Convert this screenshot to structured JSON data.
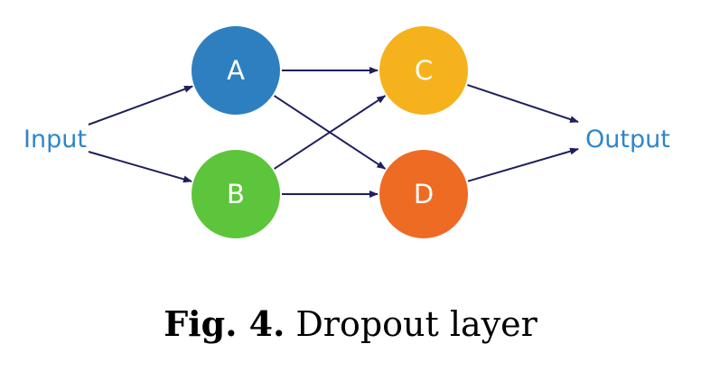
{
  "diagram": {
    "nodes": [
      {
        "id": "A",
        "label": "A",
        "color": "#2E7FC0"
      },
      {
        "id": "B",
        "label": "B",
        "color": "#5DC53B"
      },
      {
        "id": "C",
        "label": "C",
        "color": "#F6B21C"
      },
      {
        "id": "D",
        "label": "D",
        "color": "#EE6B24"
      }
    ],
    "input_label": "Input",
    "output_label": "Output",
    "io_label_color": "#2E86C9",
    "edges": [
      [
        "Input",
        "A"
      ],
      [
        "Input",
        "B"
      ],
      [
        "A",
        "C"
      ],
      [
        "A",
        "D"
      ],
      [
        "B",
        "C"
      ],
      [
        "B",
        "D"
      ],
      [
        "C",
        "Output"
      ],
      [
        "D",
        "Output"
      ]
    ],
    "edge_color": "#1F1F5C"
  },
  "caption": {
    "label": "Fig. 4.",
    "text": "Dropout layer"
  }
}
